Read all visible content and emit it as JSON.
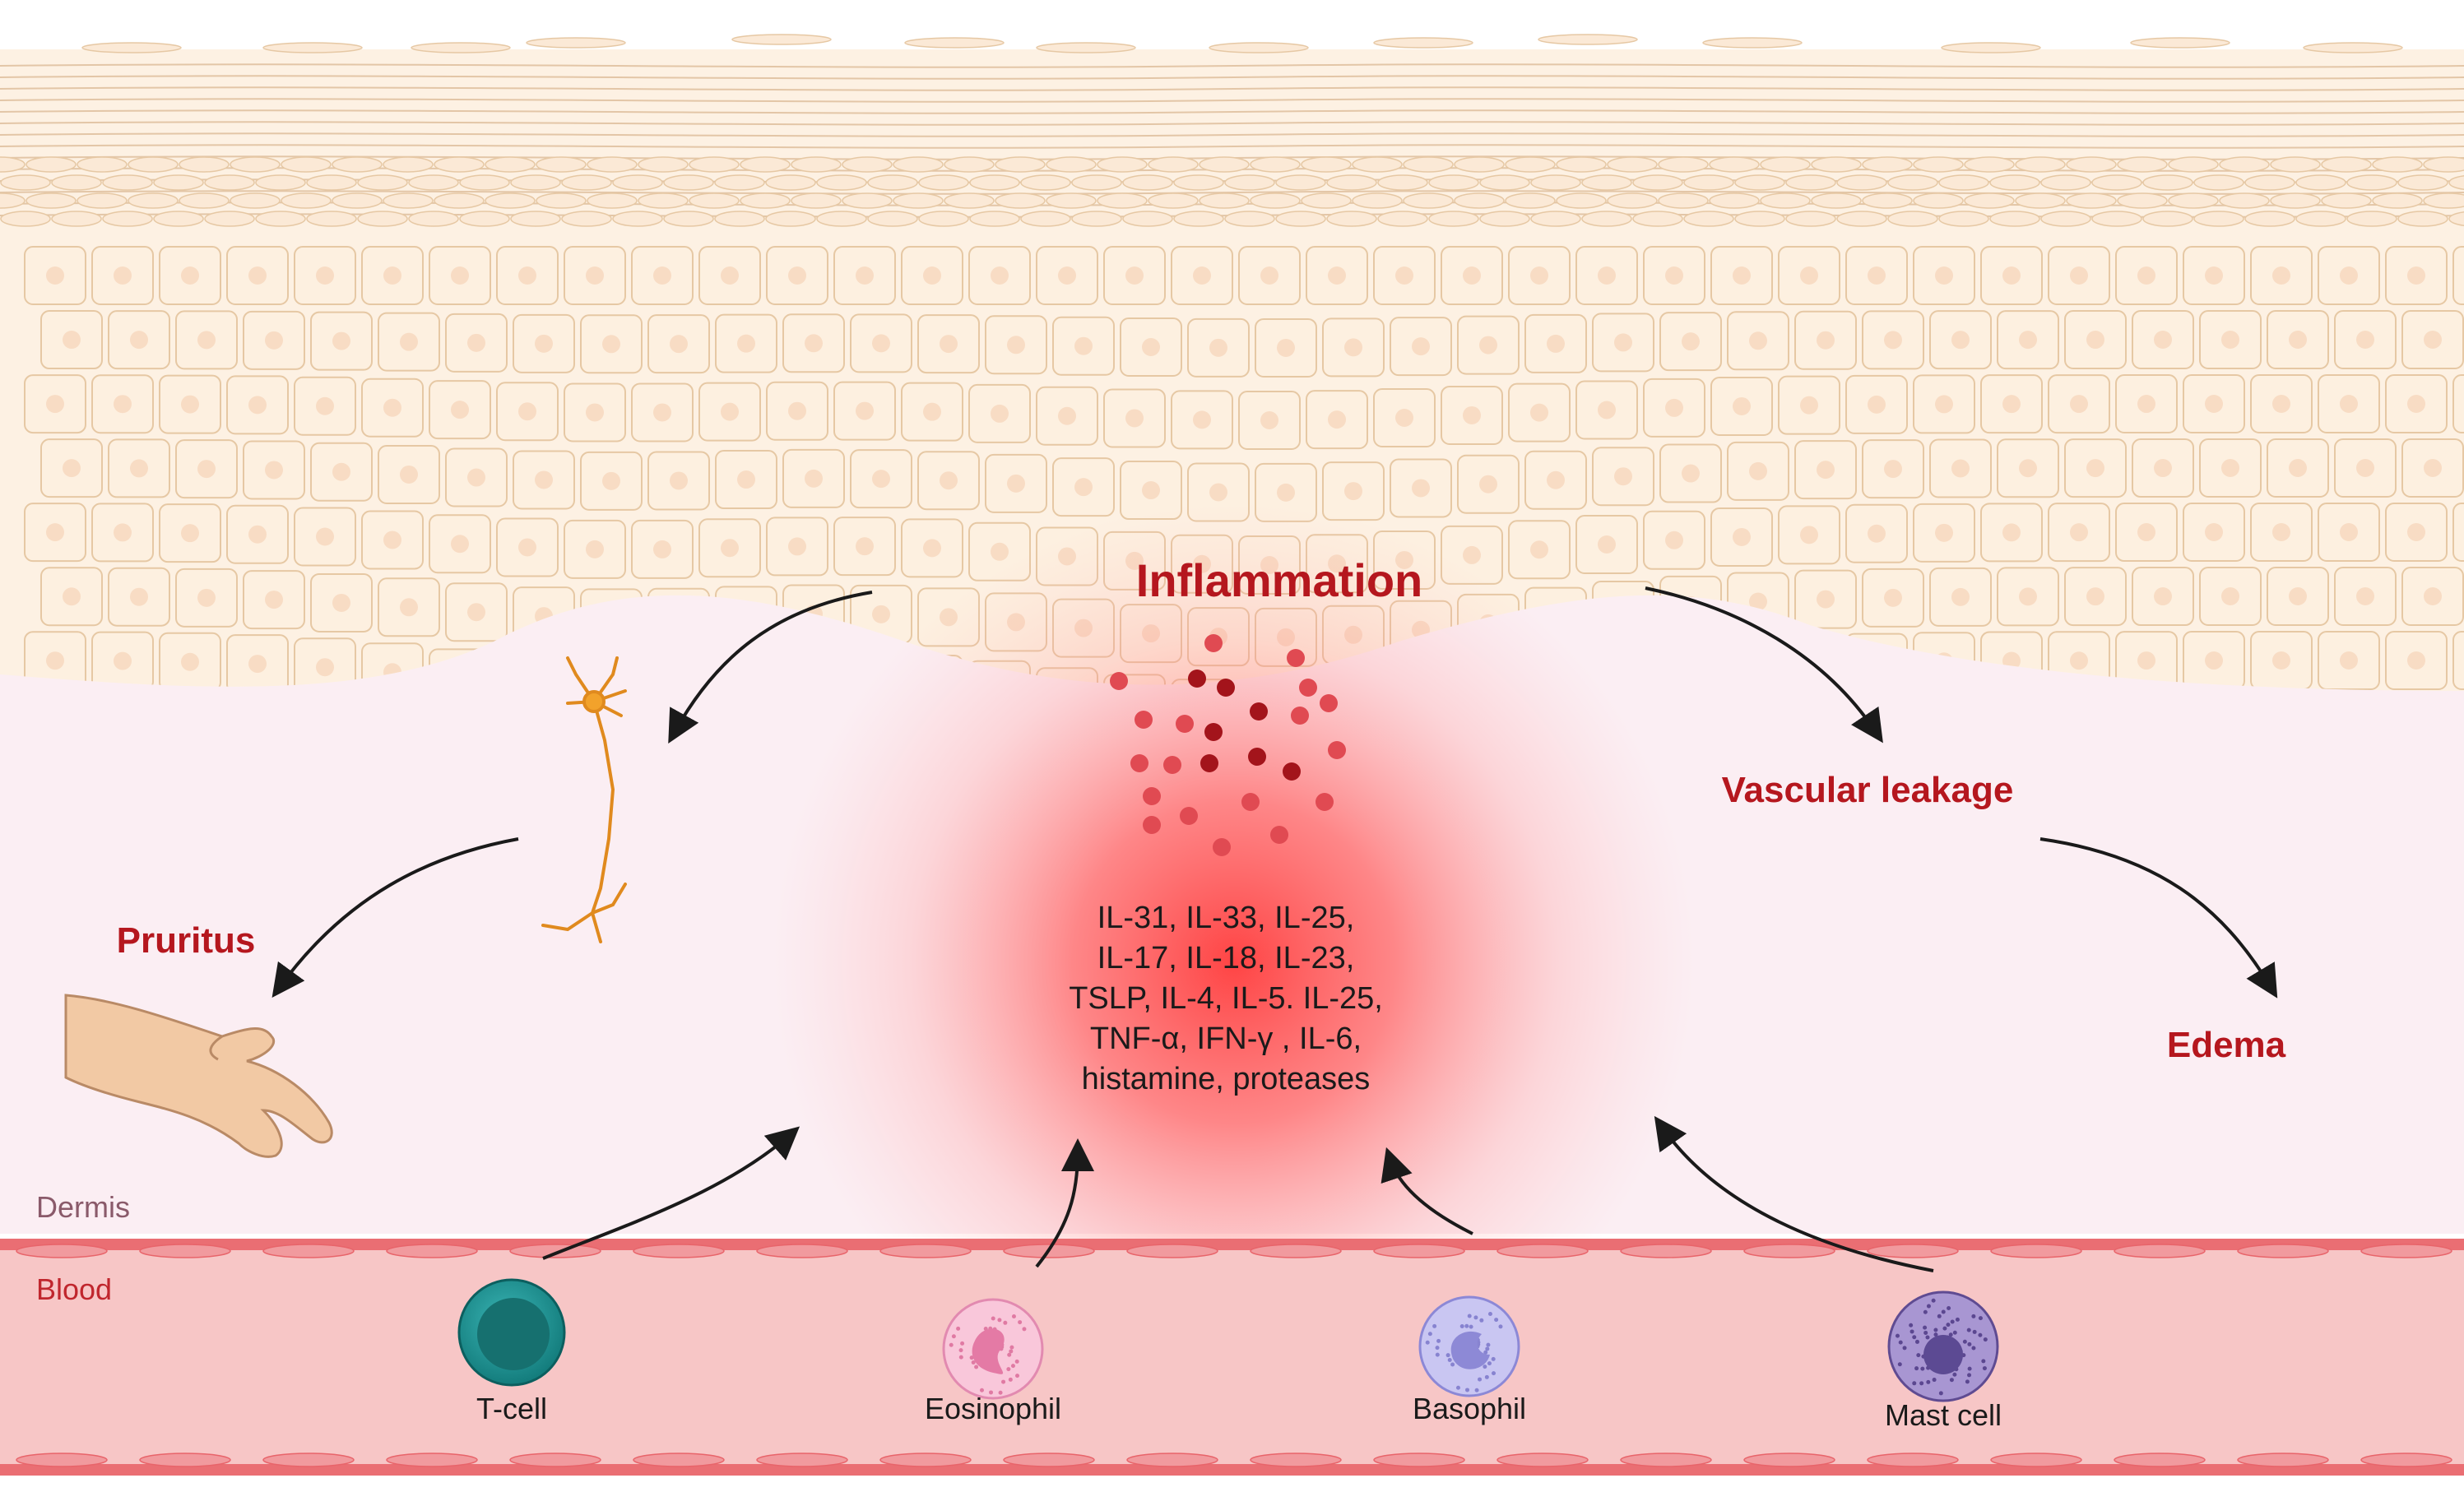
{
  "labels": {
    "inflammation": "Inflammation",
    "pruritus": "Pruritus",
    "vascular_leakage": "Vascular leakage",
    "edema": "Edema",
    "dermis": "Dermis",
    "blood": "Blood"
  },
  "cytokines": [
    "IL-31, IL-33, IL-25,",
    "IL-17, IL-18, IL-23,",
    "TSLP, IL-4, IL-5. IL-25,",
    "TNF-α, IFN-γ , IL-6,",
    "histamine, proteases"
  ],
  "cells": [
    {
      "name": "T-cell",
      "type": "tcell",
      "color": "#1f9a9a"
    },
    {
      "name": "Eosinophil",
      "type": "eosinophil",
      "color": "#f4a6c4"
    },
    {
      "name": "Basophil",
      "type": "basophil",
      "color": "#a9a6e6"
    },
    {
      "name": "Mast cell",
      "type": "mastcell",
      "color": "#8f7cc0"
    }
  ],
  "colors": {
    "label_red": "#b5171e",
    "inflammation_glow": "#ff5a5a",
    "skin_cell": "#fdf0e0",
    "skin_outline": "#e6c8a4",
    "dermis": "#fbeef3",
    "blood_vessel": "#f7c4c4",
    "vessel_wall": "#e8646a"
  }
}
